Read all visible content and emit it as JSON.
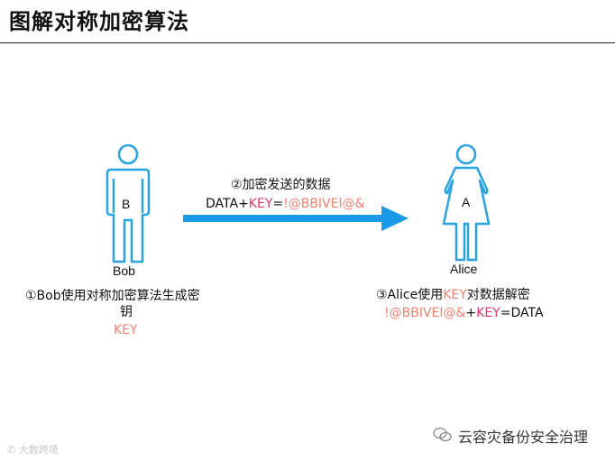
{
  "title": "图解对称加密算法",
  "bob": {
    "letter": "B",
    "name": "Bob",
    "step_prefix": "①Bob使用对称加密算法生成密",
    "step_suffix": "钥",
    "key_label": "KEY",
    "figure_color": "#29a3e0"
  },
  "alice": {
    "letter": "A",
    "name": "Alice",
    "step_prefix": "③Alice使用",
    "step_key": "KEY",
    "step_suffix": "对数据解密",
    "cipher": "!@BBIVEI@&",
    "plus": "+",
    "key": "KEY",
    "result": "=DATA",
    "figure_color": "#29a3e0"
  },
  "transfer": {
    "label": "②加密发送的数据",
    "data": "DATA+",
    "key": "KEY",
    "equals": "=",
    "cipher": "!@BBIVEI@&",
    "arrow_color": "#1a9be8"
  },
  "watermark": {
    "left": "大数跨境",
    "right": "云容灾备份安全治理"
  }
}
